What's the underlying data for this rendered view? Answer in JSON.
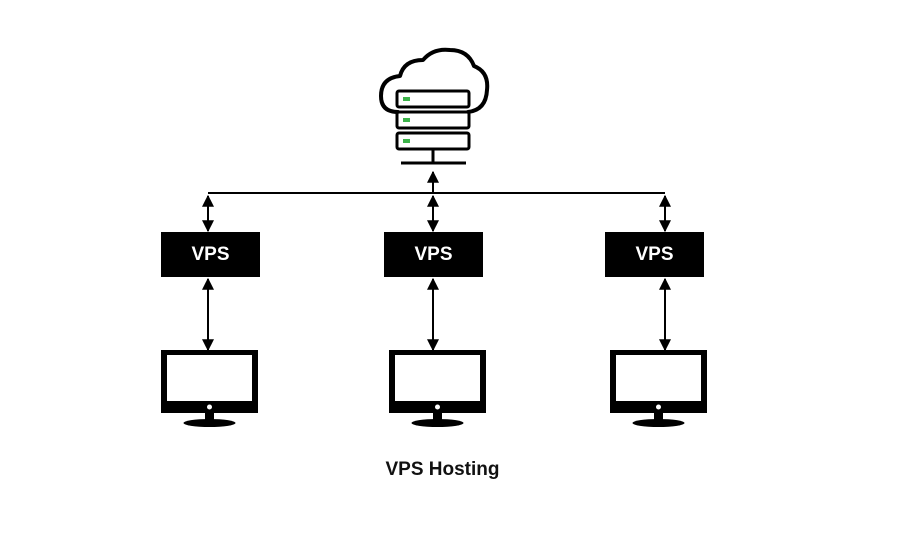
{
  "nodes": {
    "vps": [
      {
        "label": "VPS"
      },
      {
        "label": "VPS"
      },
      {
        "label": "VPS"
      }
    ]
  },
  "caption": "VPS Hosting",
  "colors": {
    "line": "#000000",
    "box": "#000000",
    "server_led": "#3cb34a"
  },
  "icons": [
    "cloud-server-icon",
    "monitor-icon"
  ]
}
